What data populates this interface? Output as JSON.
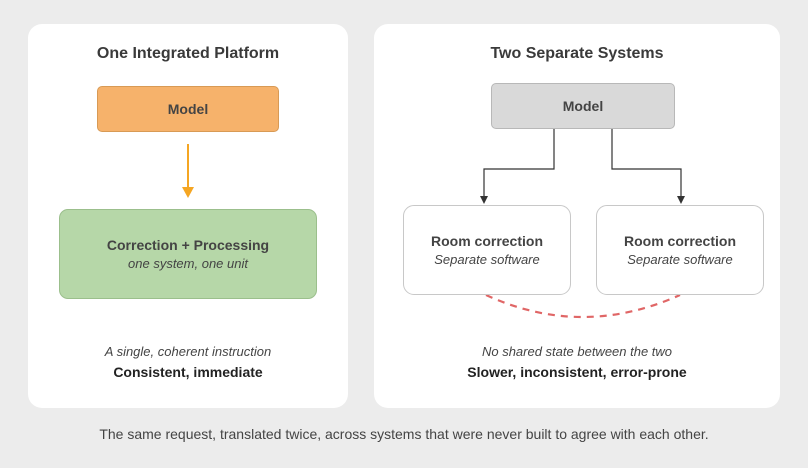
{
  "left_panel": {
    "title": "One Integrated Platform",
    "model_label": "Model",
    "process_label": "Correction + Processing",
    "process_sub": "one system, one unit",
    "note": "A single, coherent instruction",
    "verdict": "Consistent, immediate"
  },
  "right_panel": {
    "title": "Two Separate Systems",
    "model_label": "Model",
    "boxes": [
      {
        "label": "Room correction",
        "sub": "Separate software"
      },
      {
        "label": "Room correction",
        "sub": "Separate software"
      }
    ],
    "note": "No shared state between the two",
    "verdict": "Slower, inconsistent, error-prone"
  },
  "footer": "The same request, translated twice, across systems that were never built to agree with each other.",
  "colors": {
    "model_orange": "#f6b26b",
    "arrow_orange": "#f5a623",
    "process_green": "#b6d7a8",
    "model_gray": "#d9d9d9",
    "dashed_red": "#e06666"
  }
}
